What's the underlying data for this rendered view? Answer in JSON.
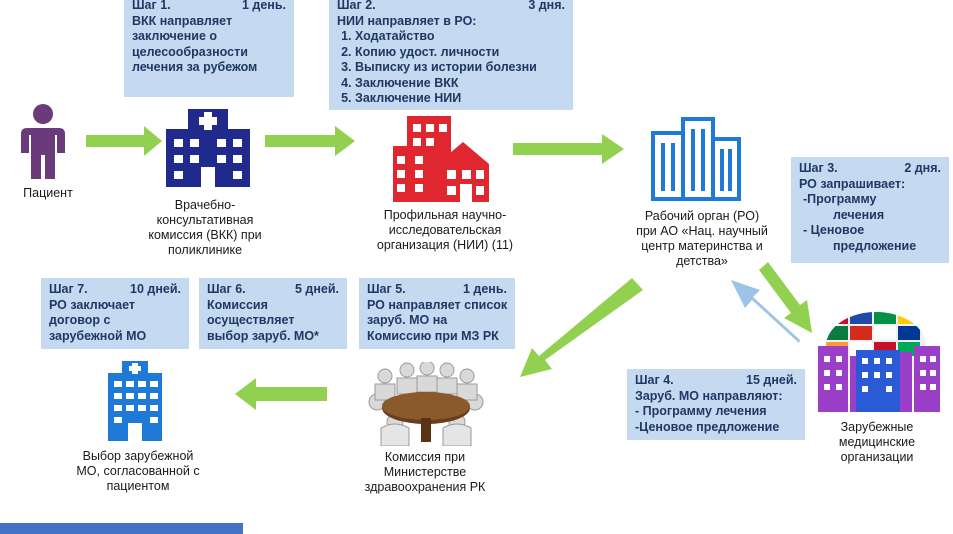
{
  "colors": {
    "box_bg": "#c5d9f1",
    "box_text": "#1f3864",
    "arrow_green": "#92d050",
    "arrow_blue": "#9dc3e6",
    "patient": "#6b3a7a",
    "vkk_building": "#1f2a8c",
    "nii_building": "#e0262e",
    "ro_building": "#1e7ad6",
    "foreign_building": "#9b3fc9",
    "choice_building": "#1e7ad6"
  },
  "steps": {
    "s1": {
      "title": "Шаг 1.",
      "days": "1 день.",
      "lines": [
        "ВКК направляет",
        "заключение о",
        "целесообразности",
        "лечения за  рубежом"
      ]
    },
    "s2": {
      "title": "Шаг 2.",
      "days": "3 дня.",
      "lines": [
        "НИИ направляет в РО:"
      ],
      "items": [
        "Ходатайство",
        "Копию удост. личности",
        "Выписку из истории болезни",
        "Заключение ВКК",
        "Заключение НИИ"
      ]
    },
    "s3": {
      "title": "Шаг 3.",
      "days": "2 дня.",
      "lines": [
        " РО запрашивает:",
        "-Программу",
        "лечения",
        "-       Ценовое",
        "предложение"
      ]
    },
    "s4": {
      "title": "Шаг 4.",
      "days": "15 дней.",
      "lines": [
        "Заруб.  МО направляют:",
        "- Программу лечения",
        "-Ценовое предложение"
      ]
    },
    "s5": {
      "title": "Шаг 5.",
      "days": "1 день.",
      "lines": [
        "РО направляет список",
        "заруб. МО на",
        "Комиссию при МЗ РК"
      ]
    },
    "s6": {
      "title": "Шаг 6.",
      "days": "5 дней.",
      "lines": [
        "Комиссия",
        "осуществляет",
        "выбор заруб. МО*"
      ]
    },
    "s7": {
      "title": "Шаг 7.",
      "days": "10 дней.",
      "lines": [
        "РО заключает",
        "договор с",
        "зарубежной МО"
      ]
    }
  },
  "labels": {
    "patient": "Пациент",
    "vkk": [
      "Врачебно-",
      "консультативная",
      "комиссия (ВКК) при",
      "поликлинике"
    ],
    "nii": [
      "Профильная научно-",
      "исследовательская",
      "организация (НИИ) (11)"
    ],
    "ro": [
      "Рабочий орган (РО)",
      "при  АО «Нац. научный",
      "центр  материнства и",
      "детства»"
    ],
    "foreign": [
      "Зарубежные",
      "медицинские",
      "организации"
    ],
    "commission": [
      "Комиссия при",
      "Министерстве",
      "здравоохранения РК"
    ],
    "choice": [
      "Выбор зарубежной",
      "МО, согласованной с",
      "пациентом"
    ]
  },
  "icons": {
    "patient": "person-icon",
    "vkk": "hospital-building-icon",
    "nii": "city-buildings-icon",
    "ro": "office-building-icon",
    "foreign": "flags-globe-buildings-icon",
    "commission": "meeting-table-icon",
    "choice": "hospital-tower-icon"
  }
}
